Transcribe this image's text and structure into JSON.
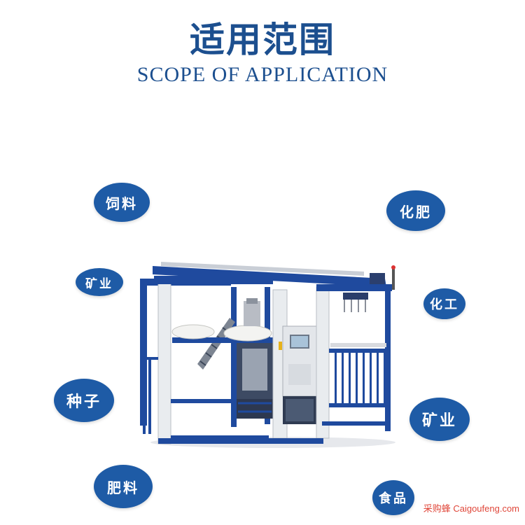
{
  "header": {
    "title_cn": "适用范围",
    "title_en": "SCOPE OF APPLICATION"
  },
  "tags": {
    "feed": "饲料",
    "fertilizer_top": "化肥",
    "mining_left": "矿业",
    "chemical": "化工",
    "seeds": "种子",
    "mining_right": "矿业",
    "fertilizer_bottom": "肥料",
    "food": "食品"
  },
  "watermark": "采购蜂 Caigoufeng.com",
  "colors": {
    "accent": "#1e5ba6",
    "title": "#1c4f8f",
    "frame_blue": "#1f4a9e",
    "panel_white": "#e9ecef",
    "watermark": "#e0473a"
  },
  "icons": {
    "machine": "robotic-bag-palletizer-machine-image"
  }
}
